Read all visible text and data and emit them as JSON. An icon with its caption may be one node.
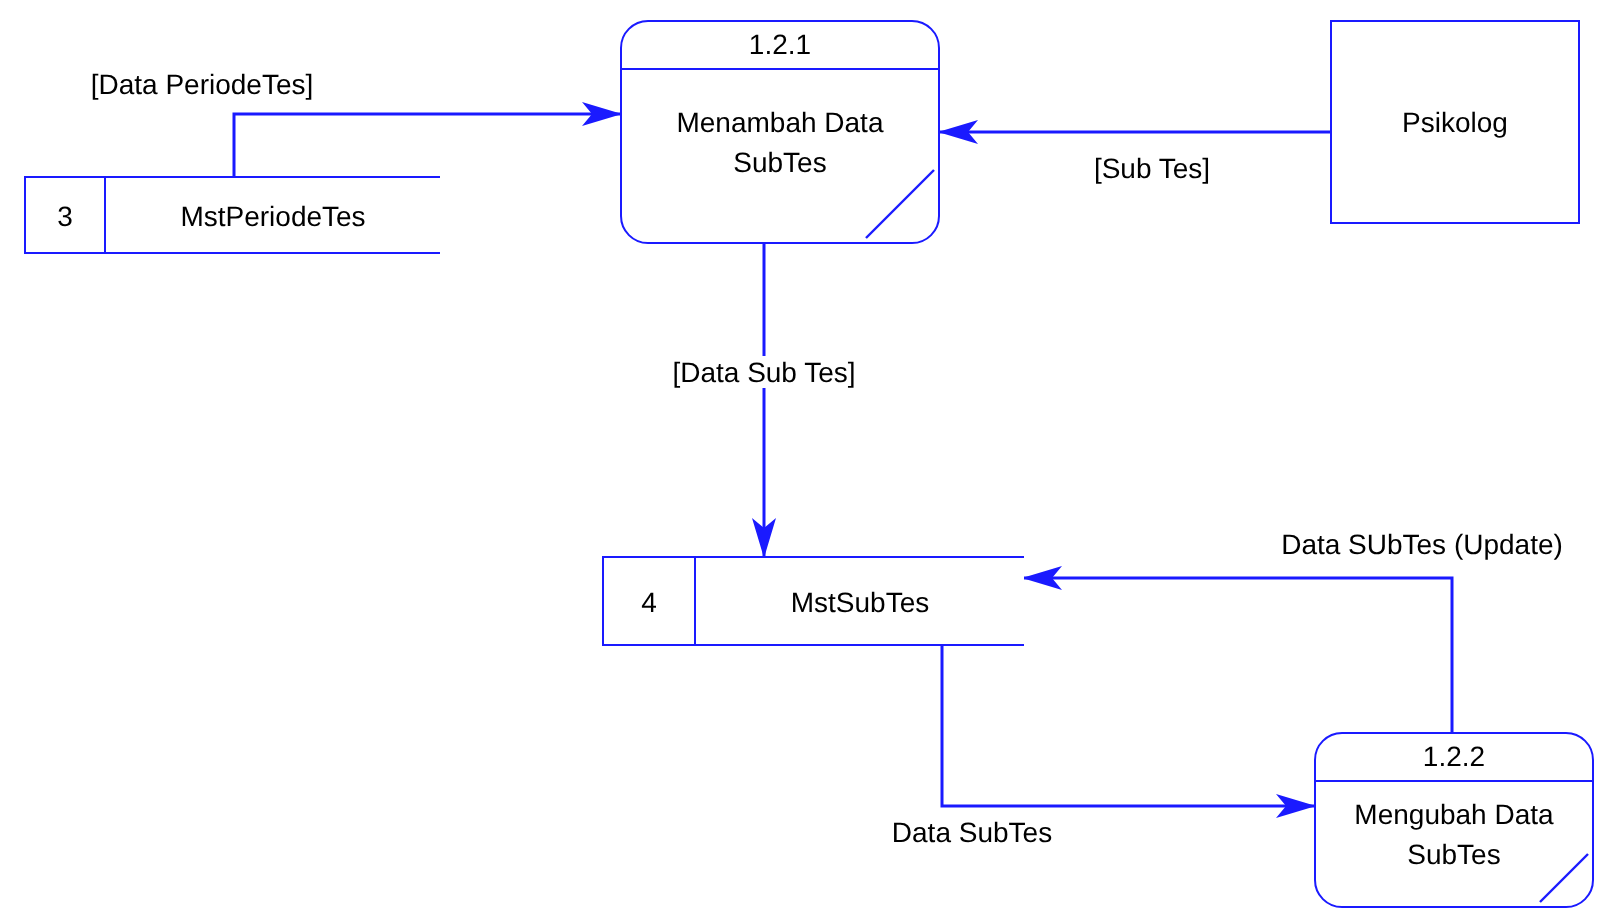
{
  "diagram": {
    "nodes": [
      {
        "text": [
          "1.2.1",
          "Menambah Data SubTes"
        ]
      },
      {
        "text": [
          "3",
          "MstPeriodeTes"
        ]
      },
      {
        "text": [
          "Psikolog"
        ]
      },
      {
        "text": [
          "4",
          "MstSubTes"
        ]
      },
      {
        "text": [
          "1.2.2",
          "Mengubah Data SubTes"
        ]
      }
    ],
    "edges": [
      {
        "from": 1,
        "to": 0,
        "arrow": "to",
        "label": "[Data PeriodeTes]"
      },
      {
        "from": 2,
        "to": 0,
        "arrow": "to",
        "label": "[Sub Tes]"
      },
      {
        "from": 0,
        "to": 3,
        "arrow": "to",
        "label": "[Data Sub Tes]"
      },
      {
        "from": 4,
        "to": 3,
        "arrow": "to",
        "label": "Data SUbTes (Update)"
      },
      {
        "from": 3,
        "to": 4,
        "arrow": "to",
        "label": "Data SubTes"
      }
    ]
  }
}
